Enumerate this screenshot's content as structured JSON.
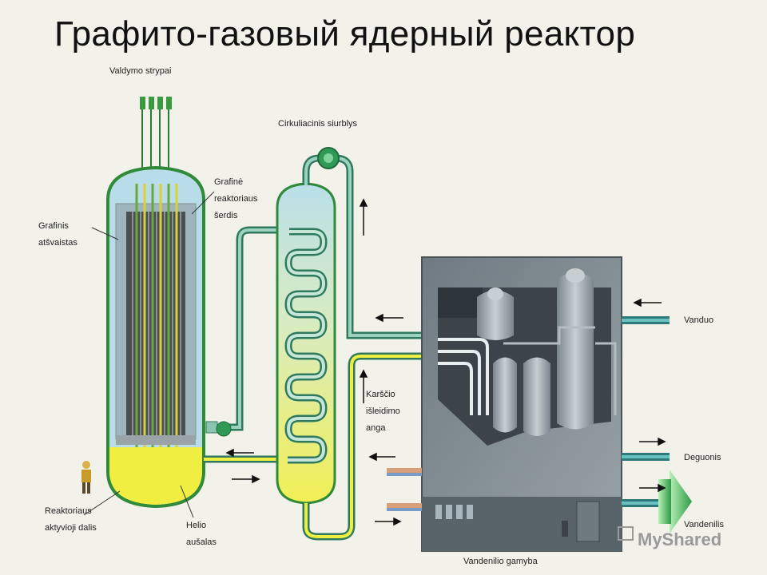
{
  "title": "Графито-газовый ядерный реактор",
  "labels": {
    "control_rods": "Valdymo strypai",
    "graphite_core_1": "Grafinė",
    "graphite_core_2": "reaktoriaus",
    "graphite_core_3": "šerdis",
    "graphite_reflector_1": "Grafinis",
    "graphite_reflector_2": "atšvaistas",
    "circulation_pump": "Cirkuliacinis siurblys",
    "hot_outlet_1": "Karščio",
    "hot_outlet_2": "išleidimo",
    "hot_outlet_3": "anga",
    "active_zone_1": "Reaktoriaus",
    "active_zone_2": "aktyvioji dalis",
    "helium_coolant_1": "Helio",
    "helium_coolant_2": "aušalas",
    "water": "Vanduo",
    "oxygen": "Deguonis",
    "hydrogen": "Vandenilis",
    "hydrogen_production": "Vandenilio gamyba"
  },
  "watermark": "MyShared",
  "colors": {
    "pipe_green": "#3f9a78",
    "pipe_yellow": "#d8c93a",
    "vessel_blue": "#b8dde8",
    "coolant_yellow": "#f0ee40",
    "plant_gray": "#8a9399",
    "outline_green": "#2f8a3a"
  }
}
